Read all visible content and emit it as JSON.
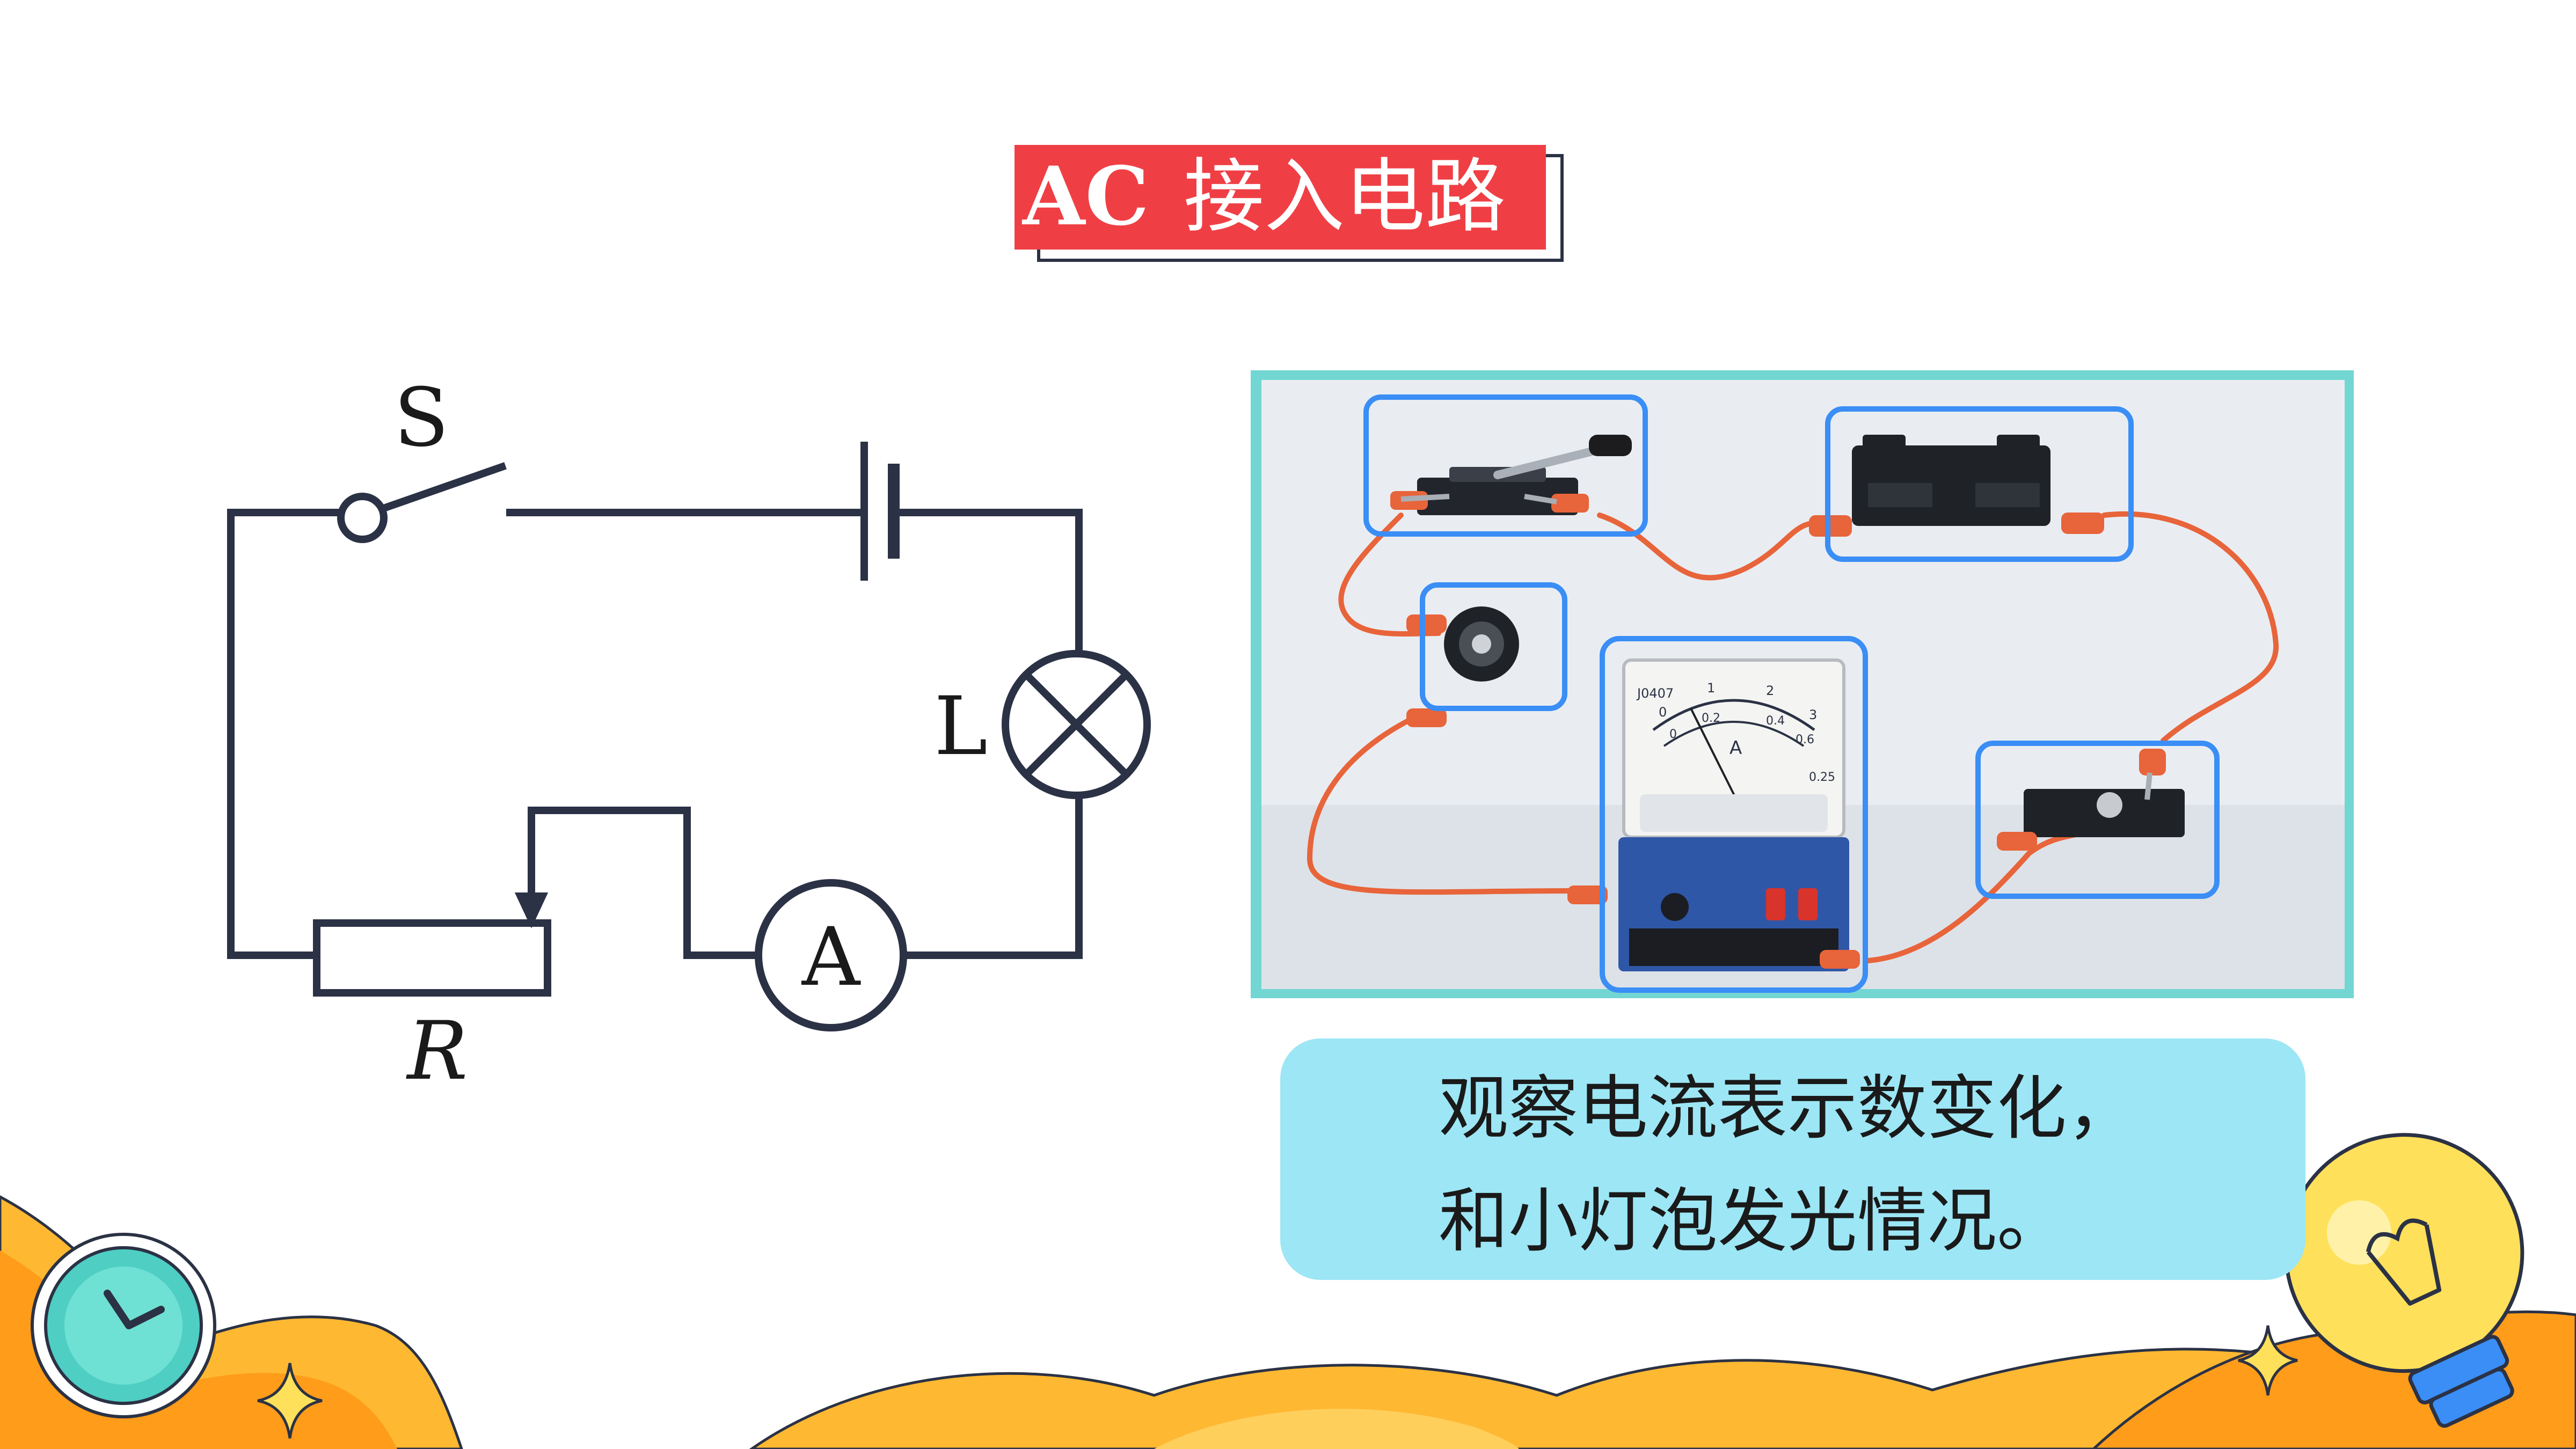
{
  "title": {
    "prefix": "AC",
    "text": "接入电路",
    "bg_color": "#ef3f45",
    "text_color": "#ffffff"
  },
  "circuit": {
    "switch_label": "S",
    "lamp_label": "L",
    "ammeter_symbol": "A",
    "rheostat_label": "R",
    "wire_color": "#2b3245"
  },
  "photo": {
    "border_color": "#72d6d3",
    "highlight_color": "#3a8ef5",
    "ammeter_face": {
      "model": "J0407",
      "unit": "A",
      "scale_top": [
        "0",
        "1",
        "2",
        "3"
      ],
      "scale_bottom": [
        "0",
        "0.2",
        "0.4",
        "0.6"
      ],
      "class_mark": "0.25"
    }
  },
  "caption": {
    "line1": "观察电流表示数变化，",
    "line2": "和小灯泡发光情况。",
    "bg_color": "#9de6f5"
  },
  "decor": {
    "wave_color": "#ffb832",
    "clock_color": "#4fcec3",
    "bulb_color": "#ffe05a",
    "icons": [
      "clock-icon",
      "lightbulb-icon",
      "sparkle-icon"
    ]
  }
}
